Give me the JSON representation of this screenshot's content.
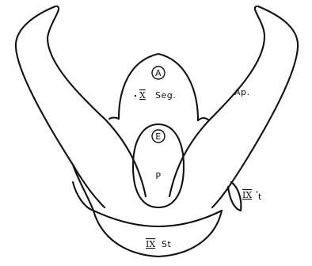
{
  "labels": {
    "marker_a": "A",
    "marker_e": "E",
    "segment_numeral": "X",
    "segment_word": "Seg.",
    "appendage": "Ap.",
    "part_p": "P",
    "tergite_numeral": "IX",
    "tergite_suffix": "t",
    "sternite_numeral": "IX",
    "sternite_suffix": "St"
  }
}
